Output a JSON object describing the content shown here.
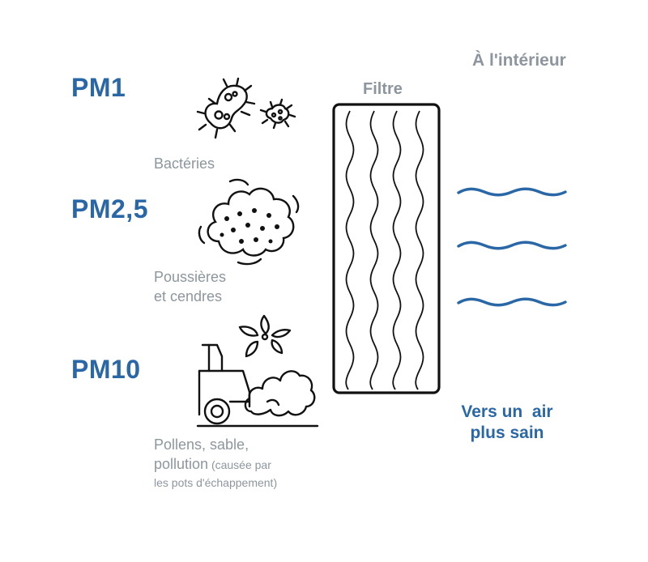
{
  "particles": [
    {
      "label": "PM1",
      "description_lines": [
        "Bactéries"
      ],
      "icon": "bacteria-icon"
    },
    {
      "label": "PM2,5",
      "description_lines": [
        "Poussières",
        "et cendres"
      ],
      "icon": "dust-cloud-icon"
    },
    {
      "label": "PM10",
      "description_main_1": "Pollens,  sable,",
      "description_main_2": "pollution",
      "description_note_1": " (causée par",
      "description_note_2": "les pots d'échappement)",
      "icon": "pollen-exhaust-icon"
    }
  ],
  "filter": {
    "title": "Filtre"
  },
  "interior": {
    "title": "À l'intérieur",
    "result_line1": "Vers un  air",
    "result_line2": "plus sain"
  },
  "colors": {
    "accent_blue": "#2a67a6",
    "gray_text": "#8d969e",
    "line_dark": "#111111"
  }
}
